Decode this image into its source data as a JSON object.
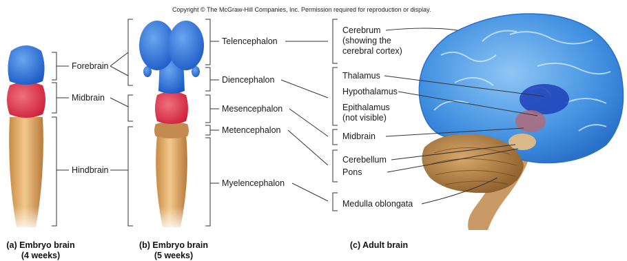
{
  "copyright": "Copyright © The McGraw-Hill Companies, Inc. Permission required for reproduction or display.",
  "embryo_4wk": {
    "labels": [
      "Forebrain",
      "Midbrain",
      "Hindbrain"
    ],
    "caption_line1": "(a) Embryo brain",
    "caption_line2": "(4 weeks)"
  },
  "embryo_5wk": {
    "labels": [
      "Telencephalon",
      "Diencephalon",
      "Mesencephalon",
      "Metencephalon",
      "Myelencephalon"
    ],
    "caption_line1": "(b) Embryo brain",
    "caption_line2": "(5 weeks)"
  },
  "adult": {
    "labels": {
      "cerebrum_1": "Cerebrum",
      "cerebrum_2": "(showing the",
      "cerebrum_3": "cerebral cortex)",
      "thalamus": "Thalamus",
      "hypothalamus": "Hypothalamus",
      "epithalamus_1": "Epithalamus",
      "epithalamus_2": "(not visible)",
      "midbrain": "Midbrain",
      "cerebellum": "Cerebellum",
      "pons": "Pons",
      "medulla": "Medulla oblongata"
    },
    "caption": "(c) Adult brain"
  },
  "colors": {
    "forebrain_blue": "#2b6fd6",
    "midbrain_red": "#e0304a",
    "hindbrain_tan": "#d9a05c",
    "cortex_blue": "#4a9be8",
    "line": "#333333"
  }
}
